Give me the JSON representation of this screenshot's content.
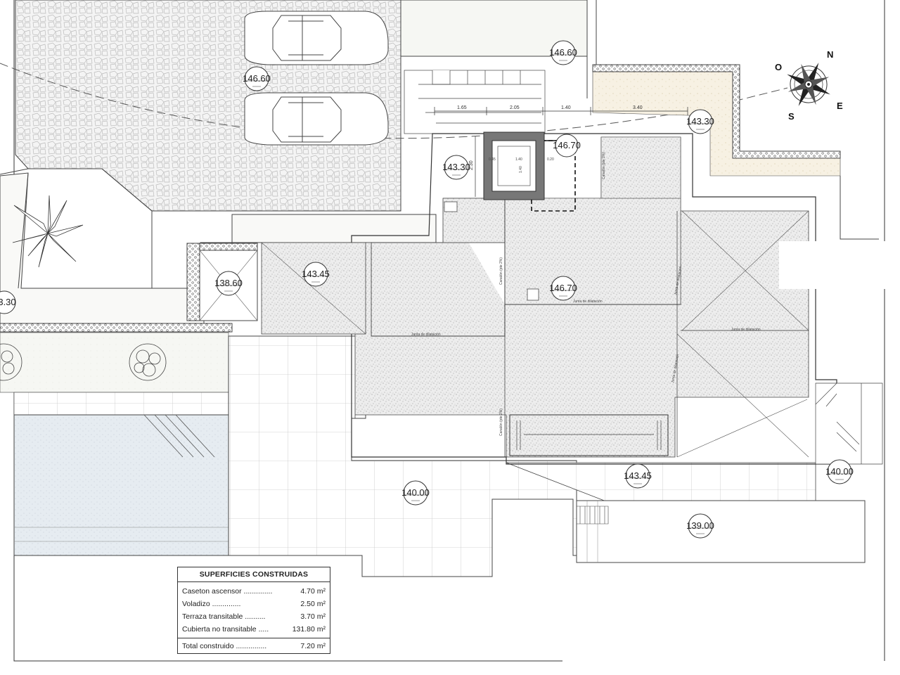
{
  "levels": {
    "l_146_60_right": "146.60",
    "l_146_60_left": "146.60",
    "l_143_30_right": "143.30",
    "l_143_30_left": "143.30",
    "l_146_70_elev": "146.70",
    "l_146_70_roof": "146.70",
    "l_143_45_roof": "143.45",
    "l_143_45_bottom": "143.45",
    "l_138_60": "138.60",
    "l_140_00_left": "140.00",
    "l_140_00_right": "140.00",
    "l_139_00": "139.00",
    "l_3_30": "3.30"
  },
  "dimensions": {
    "d1": "1.65",
    "d2": "2.05",
    "d3": "1.40",
    "d4": "3.40",
    "d5": "2.30",
    "d6": "1.40",
    "d7": "0.45",
    "d8": "0.20",
    "d9": "1.40"
  },
  "annotations": {
    "joint": "Junta de dilatación",
    "gutter": "Canalón (pte 2%)"
  },
  "compass": {
    "n": "N",
    "e": "E",
    "s": "S",
    "o": "O"
  },
  "table": {
    "title": "SUPERFICIES CONSTRUIDAS",
    "rows": [
      {
        "label": "Caseton ascensor ..............",
        "value": "4.70 m²"
      },
      {
        "label": "Voladizo                ..............",
        "value": "2.50 m²"
      },
      {
        "label": "Terraza transitable ..........",
        "value": "3.70 m²"
      },
      {
        "label": "Cubierta no transitable .....",
        "value": "131.80 m²"
      }
    ],
    "total": {
      "label": "Total construido ...............",
      "value": "7.20 m²"
    }
  }
}
